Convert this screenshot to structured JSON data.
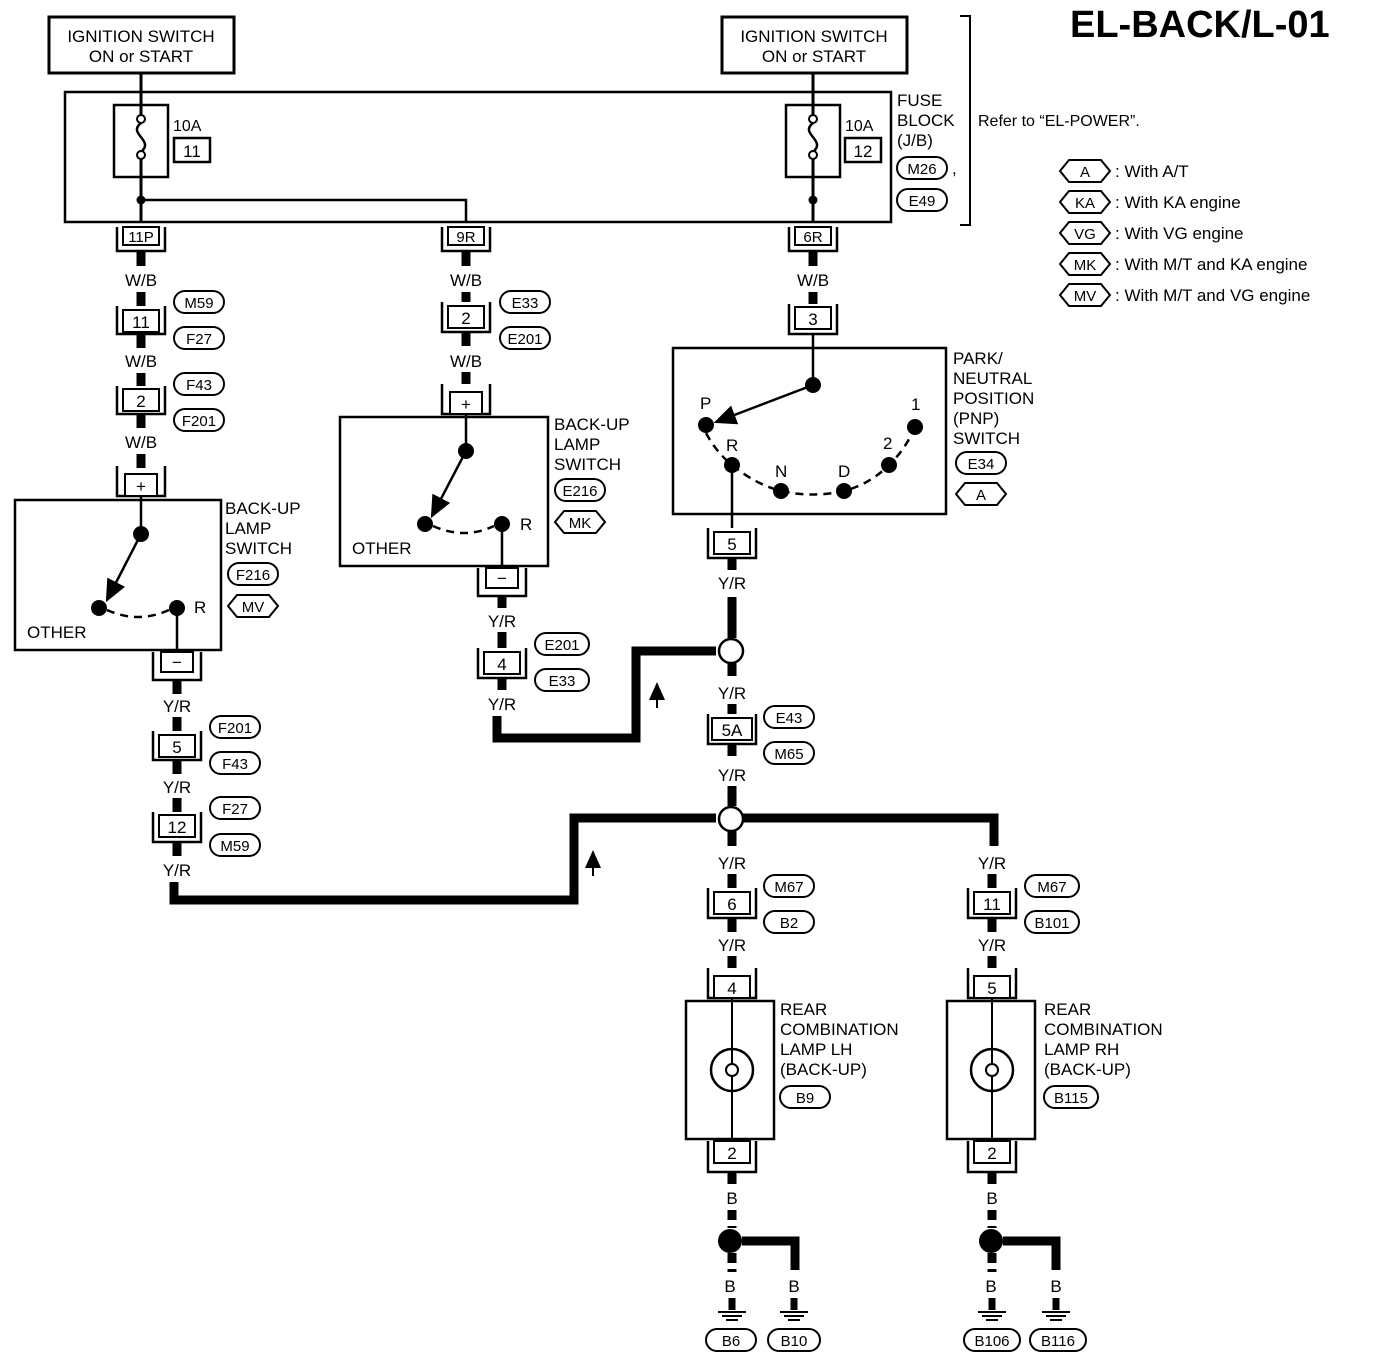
{
  "title": "EL-BACK/L-01",
  "refer": "Refer to “EL-POWER”.",
  "ignition": {
    "line1": "IGNITION SWITCH",
    "line2": "ON or START"
  },
  "fuse_block": {
    "lines": [
      "FUSE",
      "BLOCK",
      "(J/B)"
    ],
    "conn1": "M26",
    "comma": ",",
    "conn2": "E49",
    "left_fuse": {
      "amps": "10A",
      "num": "11"
    },
    "right_fuse": {
      "amps": "10A",
      "num": "12"
    },
    "out_left": "11P",
    "out_mid": "9R",
    "out_right": "6R"
  },
  "legend": [
    {
      "code": "A",
      "text": ": With A/T"
    },
    {
      "code": "KA",
      "text": ": With KA engine"
    },
    {
      "code": "VG",
      "text": ": With VG engine"
    },
    {
      "code": "MK",
      "text": ": With M/T and KA engine"
    },
    {
      "code": "MV",
      "text": ": With M/T and VG engine"
    }
  ],
  "wires": {
    "wb": "W/B",
    "yr": "Y/R",
    "b": "B"
  },
  "left_branch": {
    "c1_pin": "11",
    "c1_a": "M59",
    "c1_b": "F27",
    "c2_pin": "2",
    "c2_a": "F43",
    "c2_b": "F201",
    "switch_lines": [
      "BACK-UP",
      "LAMP",
      "SWITCH"
    ],
    "switch_conn": "F216",
    "switch_variant": "MV",
    "plus": "+",
    "minus": "−",
    "other": "OTHER",
    "r": "R",
    "c3_pin": "5",
    "c3_a": "F201",
    "c3_b": "F43",
    "c4_pin": "12",
    "c4_a": "F27",
    "c4_b": "M59"
  },
  "mid_branch": {
    "c1_pin": "2",
    "c1_a": "E33",
    "c1_b": "E201",
    "switch_lines": [
      "BACK-UP",
      "LAMP",
      "SWITCH"
    ],
    "switch_conn": "E216",
    "switch_variant": "MK",
    "plus": "+",
    "minus": "−",
    "other": "OTHER",
    "r": "R",
    "c2_pin": "4",
    "c2_a": "E201",
    "c2_b": "E33"
  },
  "right_branch": {
    "c1_pin": "3",
    "pnp_lines": [
      "PARK/",
      "NEUTRAL",
      "POSITION",
      "(PNP)",
      "SWITCH"
    ],
    "pnp_conn": "E34",
    "pnp_variant": "A",
    "positions": {
      "p": "P",
      "r": "R",
      "n": "N",
      "d": "D",
      "two": "2",
      "one": "1"
    },
    "c2_pin": "5",
    "c3_pin": "5A",
    "c3_a": "E43",
    "c3_b": "M65"
  },
  "lamps": {
    "lh": {
      "lines": [
        "REAR",
        "COMBINATION",
        "LAMP LH",
        "(BACK-UP)"
      ],
      "conn": "B9",
      "in_pin": "4",
      "out_pin": "2",
      "c_pin": "6",
      "c_a": "M67",
      "c_b": "B2",
      "grounds": [
        "B6",
        "B10"
      ]
    },
    "rh": {
      "lines": [
        "REAR",
        "COMBINATION",
        "LAMP RH",
        "(BACK-UP)"
      ],
      "conn": "B115",
      "in_pin": "5",
      "out_pin": "2",
      "c_pin": "11",
      "c_a": "M67",
      "c_b": "B101",
      "grounds": [
        "B106",
        "B116"
      ]
    }
  }
}
